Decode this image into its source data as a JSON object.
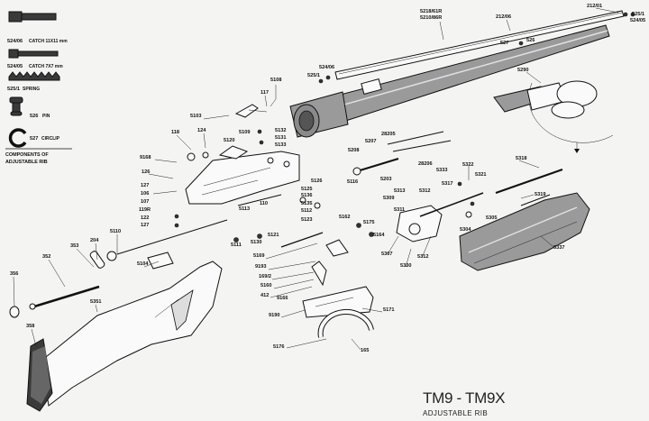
{
  "title": "TM9 - TM9X",
  "subtitle": "ADJUSTABLE RIB",
  "components": {
    "heading_line1": "COMPONENTS OF",
    "heading_line2": "ADJUSTABLE RIB",
    "items": [
      {
        "code": "524/06",
        "desc": "CATCH 11X11 mm"
      },
      {
        "code": "524/05",
        "desc": "CATCH 7X7 mm"
      },
      {
        "code": "525/1",
        "desc": "SPRING"
      },
      {
        "code": "526",
        "desc": "PIN"
      },
      {
        "code": "527",
        "desc": "CIRCLIP"
      }
    ]
  },
  "part_labels": [
    "212/01",
    "525/1",
    "524/05",
    "5218/61R",
    "5210/86R",
    "212/06",
    "527",
    "526",
    "5290",
    "525/1",
    "524/06",
    "5108",
    "117",
    "5103",
    "118",
    "124",
    "5120",
    "5109",
    "5132",
    "5131",
    "5133",
    "28205",
    "5207",
    "5208",
    "28206",
    "5333",
    "5322",
    "5321",
    "5318",
    "5319",
    "5317",
    "5313",
    "5312",
    "5309",
    "5305",
    "5304",
    "5337",
    "9168",
    "126",
    "127",
    "106",
    "107",
    "119R",
    "122",
    "127",
    "5110",
    "5113",
    "110",
    "5111",
    "5130",
    "5121",
    "5126",
    "5125",
    "5136",
    "5135",
    "5112",
    "5123",
    "5116",
    "5203",
    "5162",
    "5175",
    "5164",
    "5311",
    "5307",
    "5330",
    "5312",
    "204",
    "353",
    "5104",
    "352",
    "356",
    "5351",
    "358",
    "5169",
    "9193",
    "169/2",
    "5160",
    "412",
    "9166",
    "9190",
    "5171",
    "5176",
    "165"
  ]
}
